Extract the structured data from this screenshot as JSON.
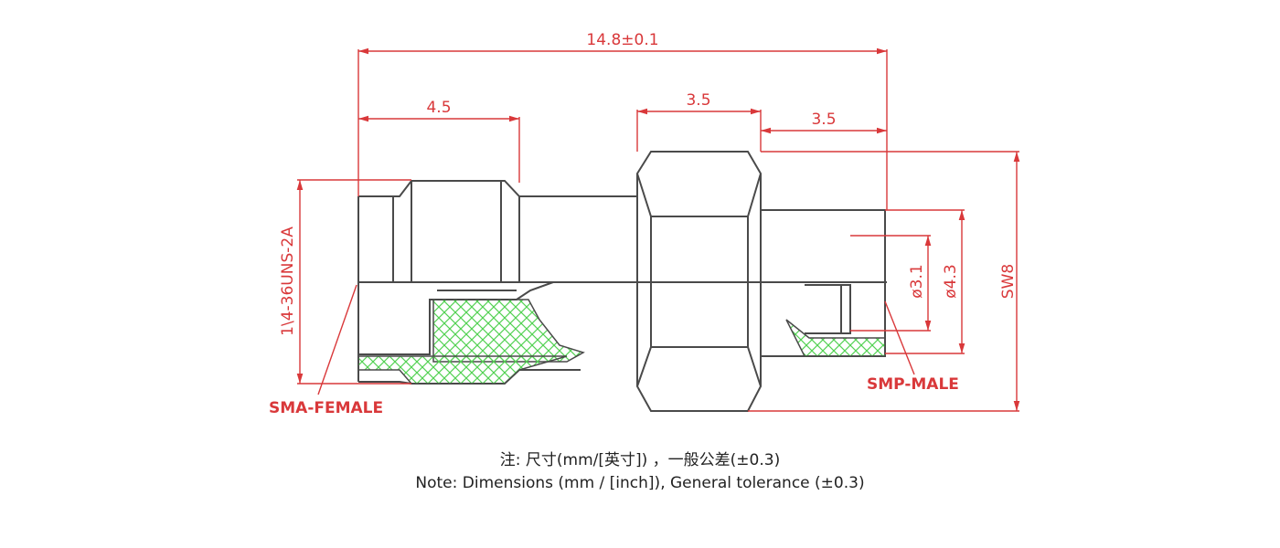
{
  "dimensions": {
    "overall_length": "14.8±0.1",
    "sma_length": "4.5",
    "hex_width": "3.5",
    "smp_length": "3.5",
    "sma_thread": "1\\4-36UNS-2A",
    "smp_inner_dia": "ø3.1",
    "smp_outer_dia": "ø4.3",
    "hex_size": "SW8"
  },
  "callouts": {
    "left": "SMA-FEMALE",
    "right": "SMP-MALE"
  },
  "notes": {
    "chinese": "注: 尺寸(mm/[英寸])  ，一般公差(±0.3)",
    "english": "Note: Dimensions (mm / [inch]), General tolerance (±0.3)"
  },
  "colors": {
    "dimension": "#d9383a",
    "outline": "#4a4a4a",
    "hatch": "#52d152"
  }
}
